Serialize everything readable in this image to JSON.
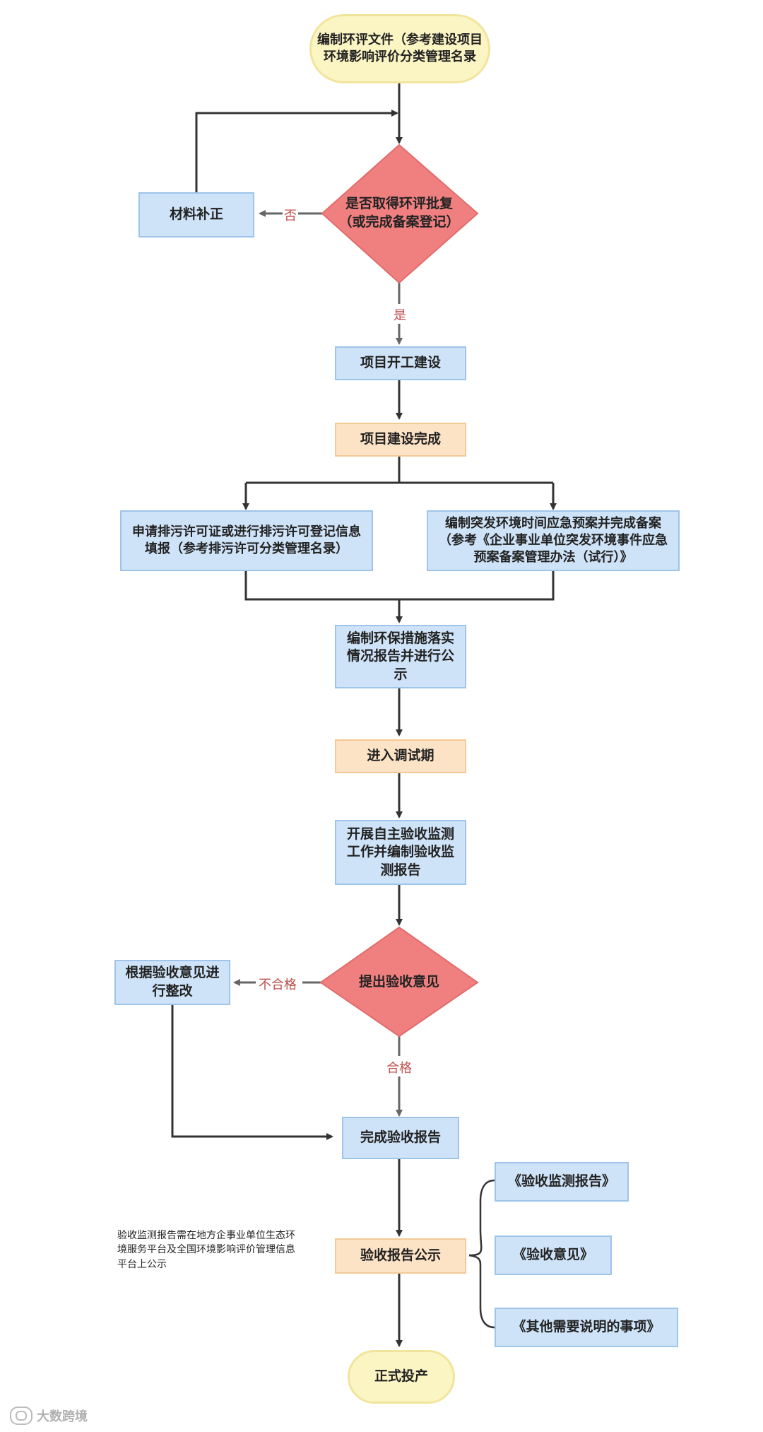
{
  "nodes": {
    "start": "编制环评文件（参考建设项目环境影响评价分类管理名录",
    "approval_decision": "是否取得环评批复（或完成备案登记）",
    "material_supplement": "材料补正",
    "construction_start": "项目开工建设",
    "construction_done": "项目建设完成",
    "pollutant_permit": "申请排污许可证或进行排污许可登记信息填报（参考排污许可分类管理名录）",
    "emergency_plan": "编制突发环境时间应急预案并完成备案（参考《企业事业单位突发环境事件应急预案备案管理办法（试行）》",
    "env_measures_report": "编制环保措施落实情况报告并进行公示",
    "debug_period": "进入调试期",
    "acceptance_monitoring": "开展自主验收监测工作并编制验收监测报告",
    "acceptance_opinion": "提出验收意见",
    "rectification": "根据验收意见进行整改",
    "complete_acceptance_report": "完成验收报告",
    "acceptance_publicity": "验收报告公示",
    "report_item_1": "《验收监测报告》",
    "report_item_2": "《验收意见》",
    "report_item_3": "《其他需要说明的事项》",
    "end": "正式投产"
  },
  "edge_labels": {
    "no": "否",
    "yes": "是",
    "unqualified": "不合格",
    "qualified": "合格"
  },
  "note": "验收监测报告需在地方企事业单位生态环境服务平台及全国环境影响评价管理信息平台上公示",
  "watermark": "大数跨境",
  "colors": {
    "box_blue": "#cfe3f8",
    "box_orange": "#fde3c6",
    "terminal": "#fbf4c3",
    "decision": "#f08080",
    "label_red": "#c0504d",
    "line": "#333333"
  }
}
